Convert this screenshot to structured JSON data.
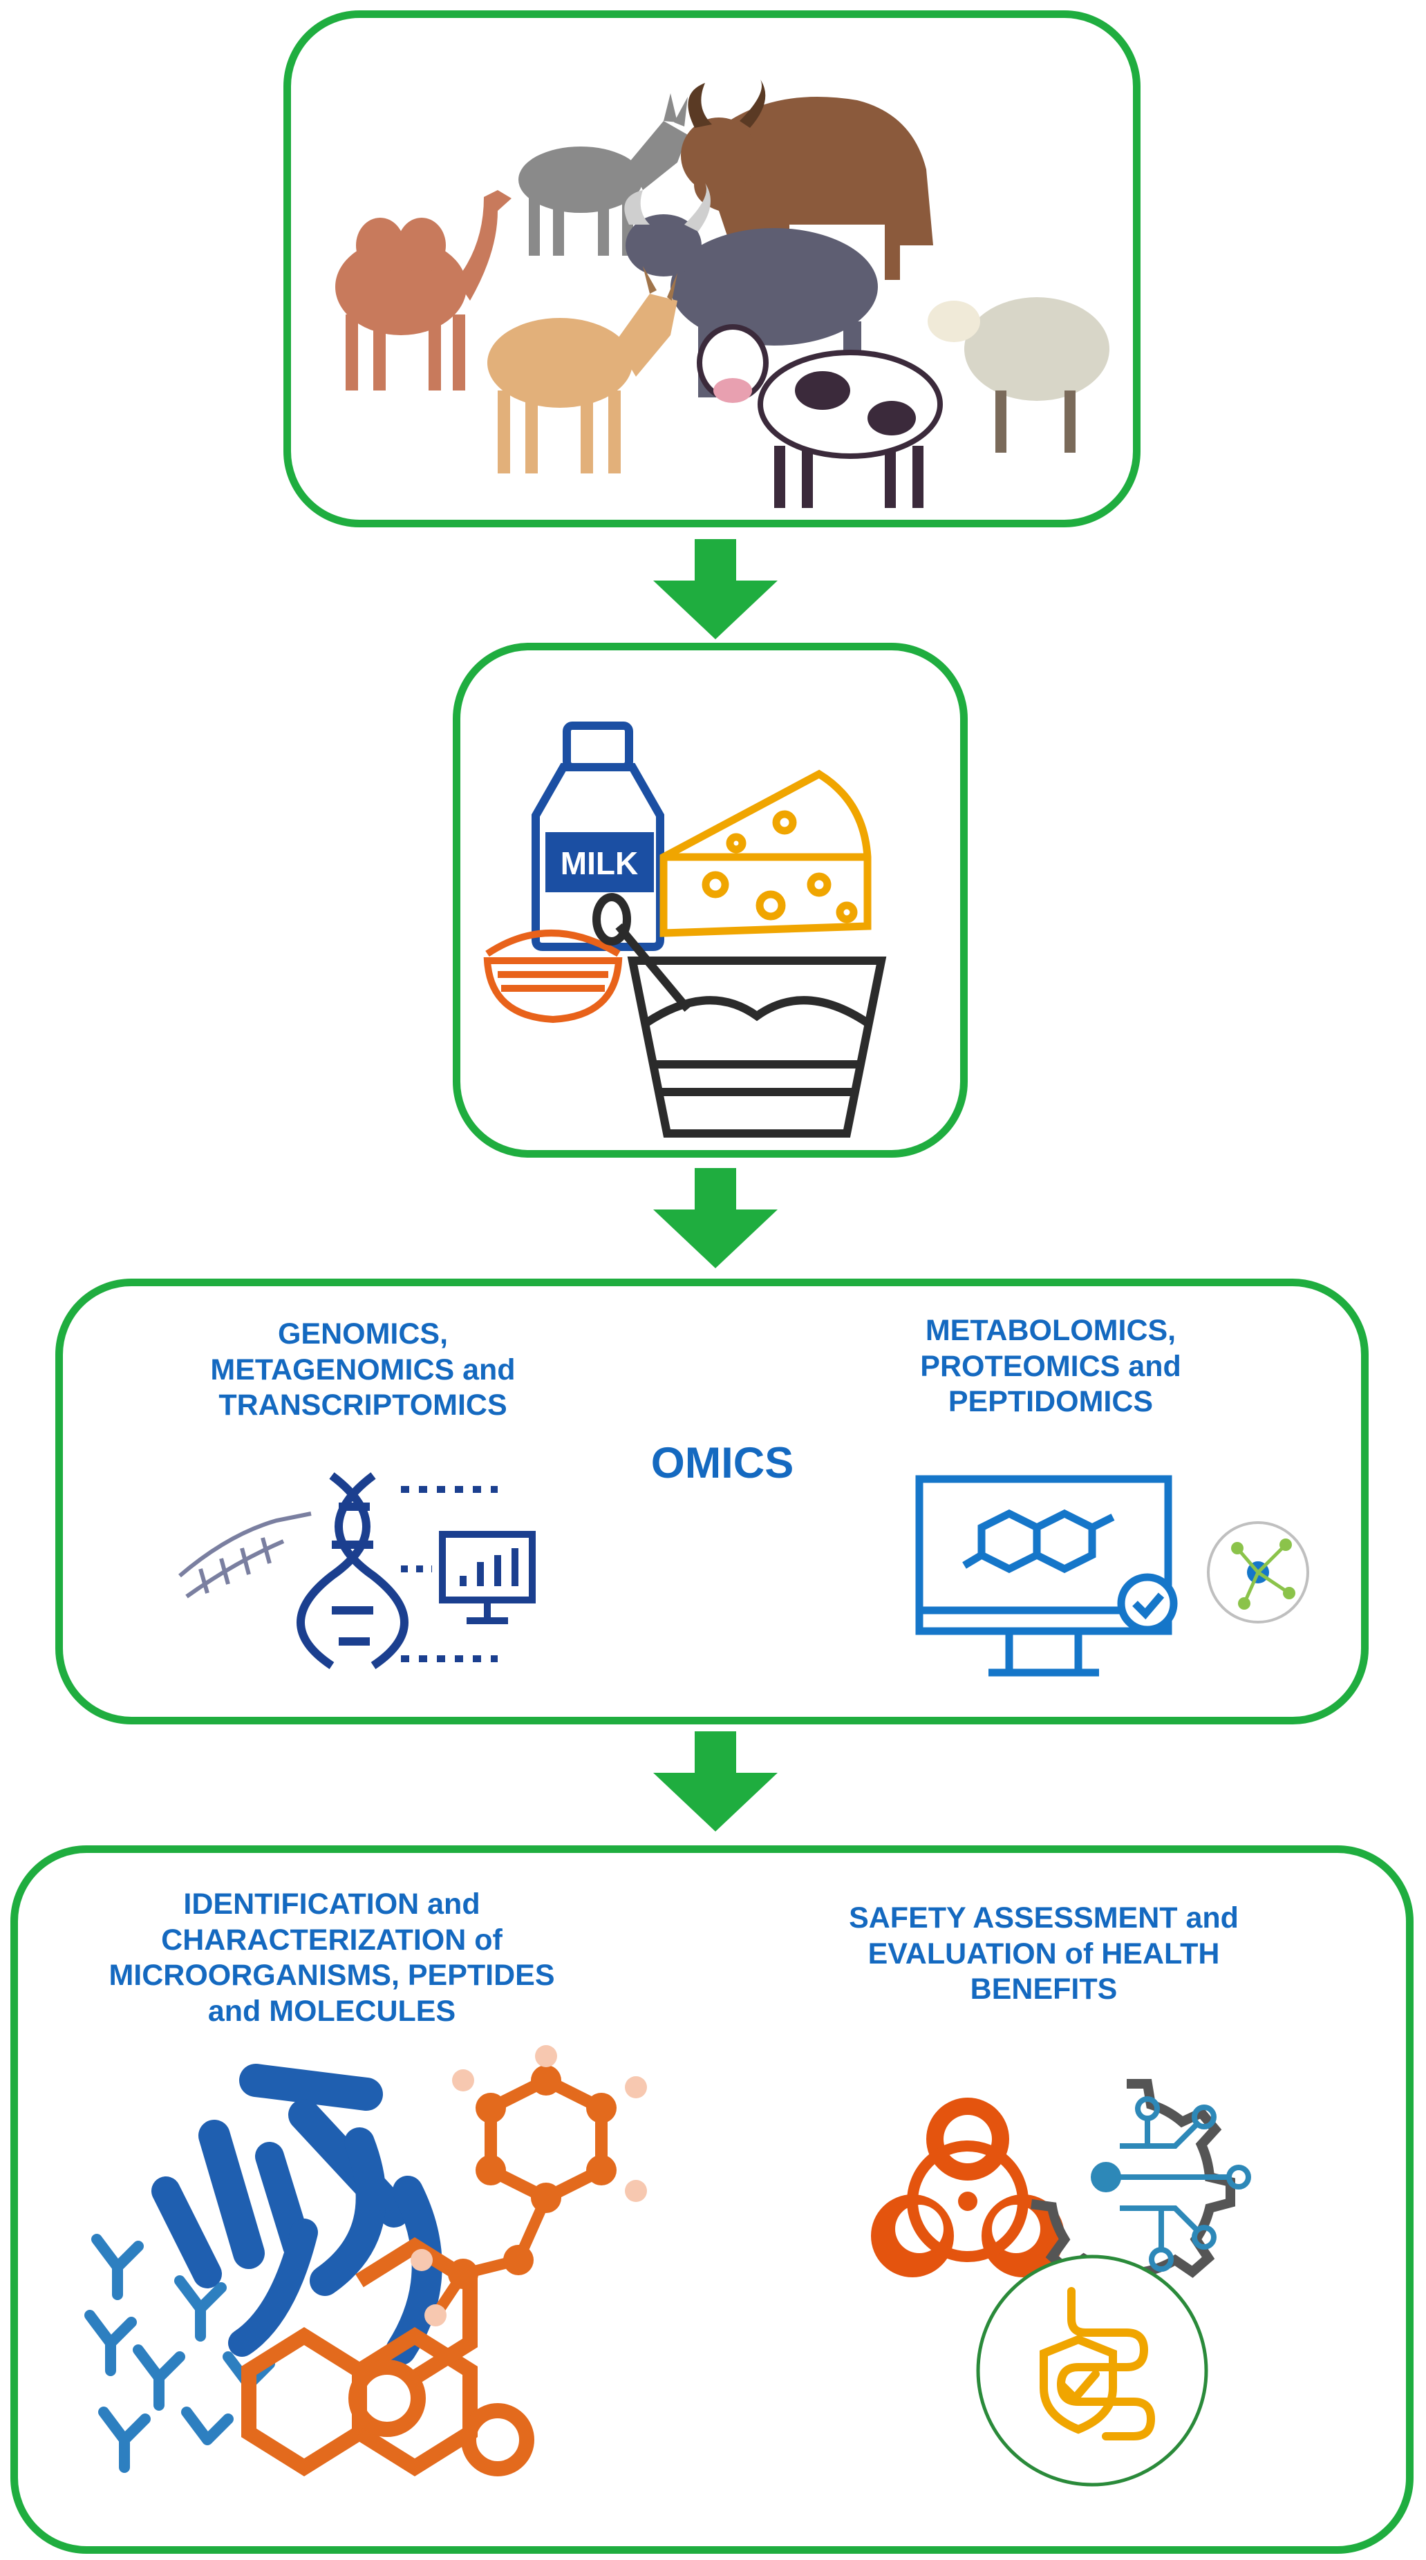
{
  "colors": {
    "box_border": "#1fad3f",
    "arrow": "#1fad3f",
    "text": "#1469c0",
    "bottle": "#1b4fa3",
    "cheese": "#f0a500",
    "bowl_orange": "#e8621a",
    "cup": "#2b2b2b",
    "dna": "#1b3f8f",
    "bacteria": "#1f5fb0",
    "molecule": "#e36a1d",
    "biohazard": "#e4540e",
    "gear": "#555555",
    "gut": "#f0a500",
    "circle_border": "#2a8a3a"
  },
  "animals": {
    "items": [
      "camel",
      "donkey",
      "yak",
      "buffalo",
      "goat",
      "cow",
      "sheep"
    ]
  },
  "dairy": {
    "bottle_label": "MILK",
    "items": [
      "milk-bottle",
      "cheese-wedge",
      "rice-bowl",
      "yogurt-cup"
    ]
  },
  "omics": {
    "center_title": "OMICS",
    "left_heading": "GENOMICS,\nMETAGENOMICS  and\nTRANSCRIPTOMICS",
    "right_heading": "METABOLOMICS,\nPROTEOMICS and\nPEPTIDOMICS",
    "left_icons": [
      "dna-helix-icon",
      "monitor-chart-icon"
    ],
    "right_icons": [
      "molecule-monitor-icon",
      "network-node-icon"
    ]
  },
  "outcomes": {
    "left_heading": "IDENTIFICATION and\nCHARACTERIZATION of\nMICROORGANISMS, PEPTIDES\nand MOLECULES",
    "right_heading": "SAFETY ASSESSMENT and\nEVALUATION of HEALTH\nBENEFITS",
    "left_icons": [
      "bacteria-icon",
      "molecule-structure-icon"
    ],
    "right_icons": [
      "biohazard-icon",
      "gear-circuit-icon",
      "intestine-shield-icon"
    ]
  }
}
